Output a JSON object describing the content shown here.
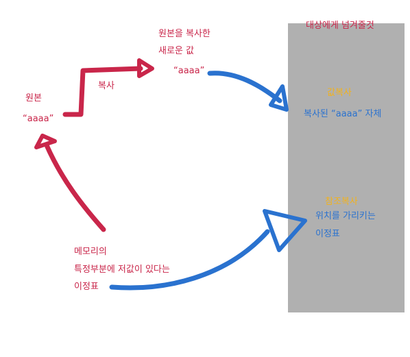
{
  "panel": {
    "title": "대상에게 넘겨줄것",
    "value_copy_title": "값복사",
    "value_copy_desc": "복사된 “aaaa” 자체",
    "ref_copy_title": "참조복사",
    "ref_copy_desc_line1": "위치를 가리키는",
    "ref_copy_desc_line2": "이정표"
  },
  "left": {
    "original_label": "원본",
    "original_value": "“aaaa”",
    "copy_action": "복사",
    "new_value_line1": "원본을 복사한",
    "new_value_line2": "새로운 값",
    "new_value_value": "“aaaa”",
    "pointer_line1": "메모리의",
    "pointer_line2": "특정부분에 저값이 있다는",
    "pointer_line3": "이정표"
  },
  "colors": {
    "red_arrow": "#c9264a",
    "blue_arrow": "#2a72cf",
    "panel_gray": "#b0b0b0",
    "gold_text": "#f2b21c"
  }
}
